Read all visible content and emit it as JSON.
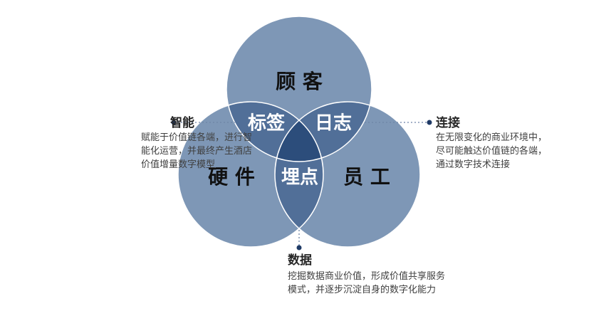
{
  "diagram": {
    "circles": [
      {
        "id": "top",
        "label": "顾 客"
      },
      {
        "id": "left",
        "label": "硬 件"
      },
      {
        "id": "right",
        "label": "员 工"
      }
    ],
    "overlaps": {
      "top_left": "标签",
      "top_right": "日志",
      "center": "埋点"
    },
    "colors": {
      "circle_fill": "#7e97b6",
      "pair_overlap": "#516f98",
      "center_overlap": "#2c4d7b",
      "dot": "#1f3a66",
      "dotted_line": "#6e85a6"
    }
  },
  "annotations": {
    "left": {
      "title": "智能",
      "text": "赋能于价值链各端，进行智\n能化运营，并最终产生酒店\n价值增量数字模型"
    },
    "right": {
      "title": "连接",
      "text": "在无限变化的商业环境中，\n尽可能触达价值链的各端，\n通过数字技术连接"
    },
    "bottom": {
      "title": "数据",
      "text": "挖掘数据商业价值，形成价值共享服务\n模式，并逐步沉淀自身的数字化能力"
    }
  }
}
